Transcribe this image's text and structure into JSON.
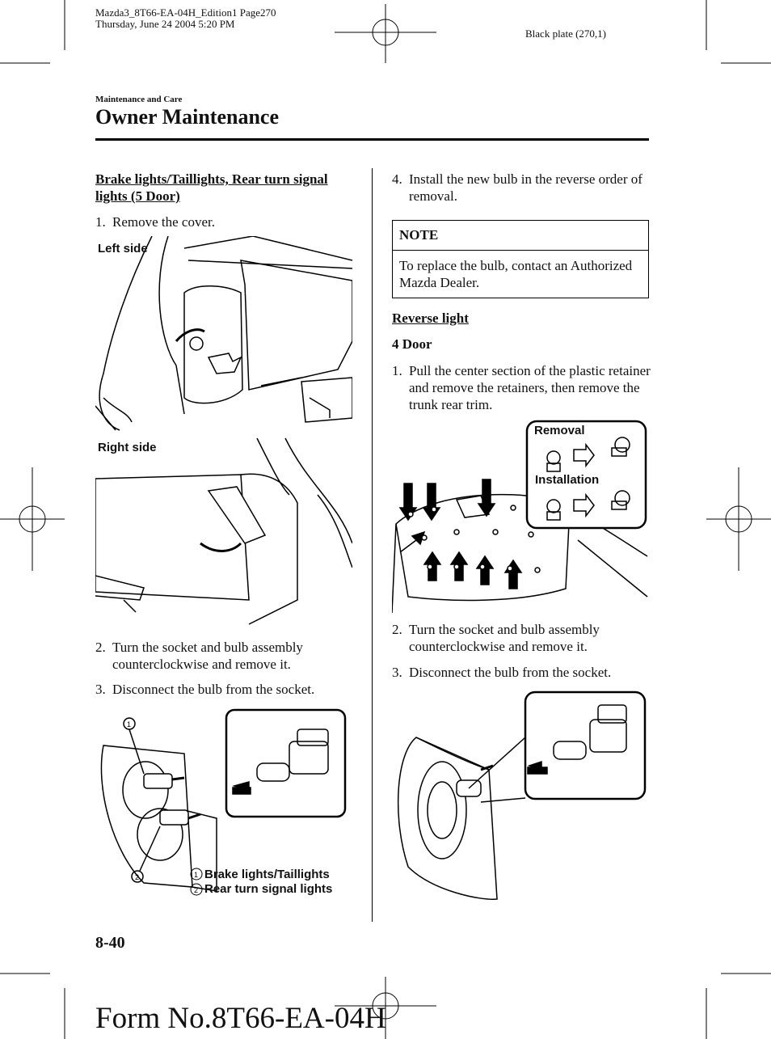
{
  "print_header": {
    "line1": "Mazda3_8T66-EA-04H_Edition1 Page270",
    "line2": "Thursday, June 24 2004 5:20 PM",
    "plate": "Black plate (270,1)"
  },
  "section_label": "Maintenance and Care",
  "page_title": "Owner Maintenance",
  "left_col": {
    "heading": "Brake lights/Taillights, Rear turn signal lights (5 Door)",
    "step1": {
      "num": "1.",
      "text": "Remove the cover."
    },
    "fig1_label_left": "Left side",
    "fig1_label_right": "Right side",
    "step2": {
      "num": "2.",
      "text": "Turn the socket and bulb assembly counterclockwise and remove it."
    },
    "step3": {
      "num": "3.",
      "text": "Disconnect the bulb from the socket."
    },
    "fig2_legend1": "Brake lights/Taillights",
    "fig2_legend2": "Rear turn signal lights"
  },
  "right_col": {
    "step4": {
      "num": "4.",
      "text": "Install the new bulb in the reverse order of removal."
    },
    "note_head": "NOTE",
    "note_body": "To replace the bulb, contact an Authorized Mazda Dealer.",
    "heading": "Reverse light",
    "subhead": "4 Door",
    "step1": {
      "num": "1.",
      "text": "Pull the center section of the plastic retainer and remove the retainers, then remove the trunk rear trim."
    },
    "fig_removal": "Removal",
    "fig_installation": "Installation",
    "step2": {
      "num": "2.",
      "text": "Turn the socket and bulb assembly counterclockwise and remove it."
    },
    "step3": {
      "num": "3.",
      "text": "Disconnect the bulb from the socket."
    }
  },
  "page_number": "8-40",
  "form_number": "Form No.8T66-EA-04H"
}
